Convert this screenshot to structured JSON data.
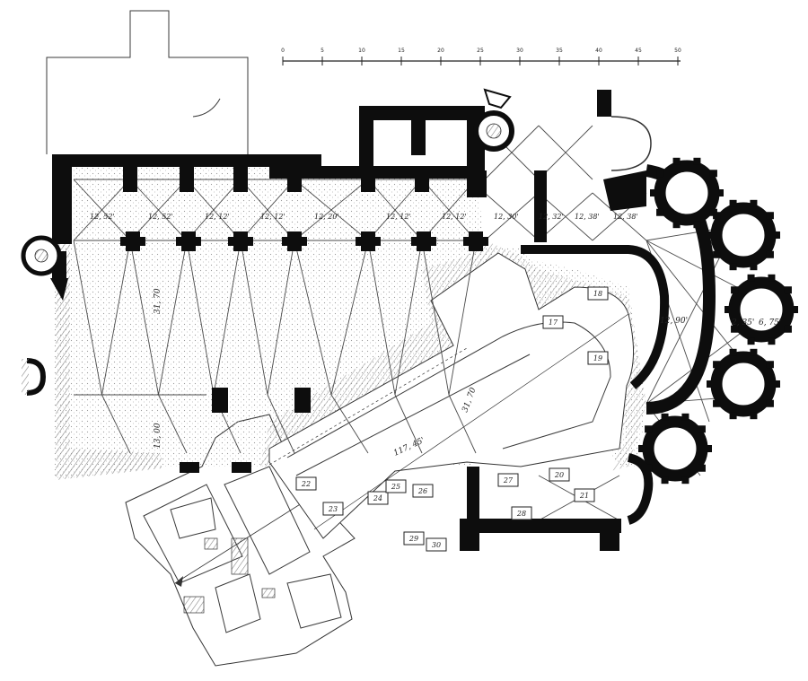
{
  "colors": {
    "paper": "#ffffff",
    "ink": "#0d0d0d",
    "hatch": "#8a8a8a",
    "shade": "#cfcfcf"
  },
  "nave_bays": [
    {
      "label": "12, 52'"
    },
    {
      "label": "12, 52'"
    },
    {
      "label": "12, 12'"
    },
    {
      "label": "12, 12'"
    },
    {
      "label": "12, 20'"
    },
    {
      "label": "12, 12'"
    },
    {
      "label": "12, 12'"
    },
    {
      "label": "12, 30'"
    },
    {
      "label": "12, 32'"
    },
    {
      "label": "12, 38'"
    },
    {
      "label": "12, 38'"
    }
  ],
  "dimensions": {
    "nave_width": "31, 70",
    "aisle_width": "13, 00",
    "chapel_axis": "12, 90'",
    "apse_small": "2, 35'",
    "apse_radius": "6, 75'",
    "overall_length": "117, 45'",
    "choir_width": "31, 70"
  },
  "scale_ticks": [
    "0",
    "5",
    "10",
    "15",
    "20",
    "25",
    "30",
    "35",
    "40",
    "45",
    "50"
  ],
  "room_tags": [
    "17",
    "18",
    "19",
    "20",
    "21",
    "22",
    "23",
    "24",
    "25",
    "26",
    "27",
    "28",
    "29",
    "30"
  ]
}
